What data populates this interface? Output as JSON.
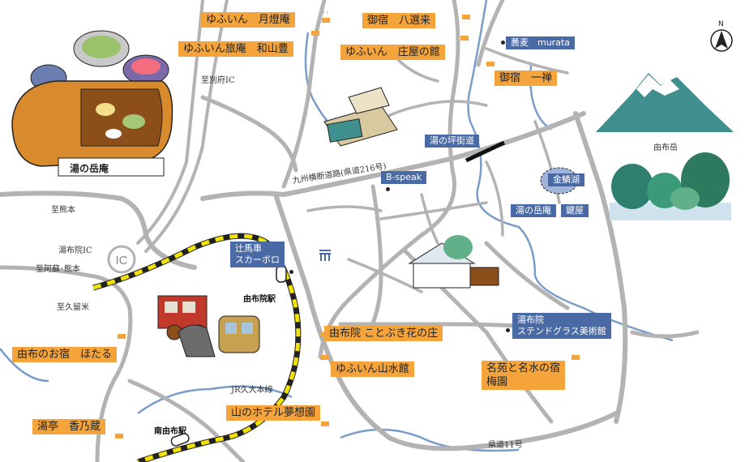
{
  "map": {
    "labels": {
      "gettouan": "ゆふいん　月燈庵",
      "hassenrai": "御宿　八選来",
      "wayamato": "ゆふいん旅庵　和山豊",
      "shouyanoyakata": "ゆふいん　庄屋の館",
      "soba_murata": "蕎麦　murata",
      "ichizen": "御宿　一禅",
      "yunotsubo": "湯の坪街道",
      "bspeak": "B-speak",
      "kinrinko": "金鱗湖",
      "yunotakean_east": "湯の岳庵",
      "kagiya": "鍵屋",
      "tsujibasha": "辻馬車\nスカーボロ",
      "kotobuki": "由布院 ことぶき花の庄",
      "sansuikan": "ゆふいん山水館",
      "stainedglass": "湯布院\nステンドグラス美術館",
      "meien": "名苑と名水の宿\n梅園",
      "hotaru": "由布のお宿　ほたる",
      "yumeisouen": "山のホテル夢想園",
      "kounokura": "湯亭　香乃蔵"
    },
    "place_names": {
      "to_beppu_ic": "至別府IC",
      "route": "九州横断道路(県道216号)",
      "to_kumamoto": "至熊本",
      "yufuin_ic": "湯布院IC",
      "to_aso": "至阿蘇･熊本",
      "to_kurume": "至久留米",
      "yufuin_station": "由布院駅",
      "jr_line": "JR久大本線",
      "minami_yufu": "南由布駅",
      "route11": "県道11号",
      "yufudake": "由布岳",
      "ic": "IC",
      "logo": "湯の岳庵",
      "north": "N"
    },
    "colors": {
      "road": "#b3b3b3",
      "river": "#7a9cc8",
      "rail": "#f2e400",
      "orange": "#f5a43c",
      "blue": "#4a6aa6",
      "mountain": "#3f8f8f"
    },
    "icons": [
      "onsen-icon",
      "post-office-icon",
      "north-arrow-icon",
      "pin-icon"
    ]
  }
}
